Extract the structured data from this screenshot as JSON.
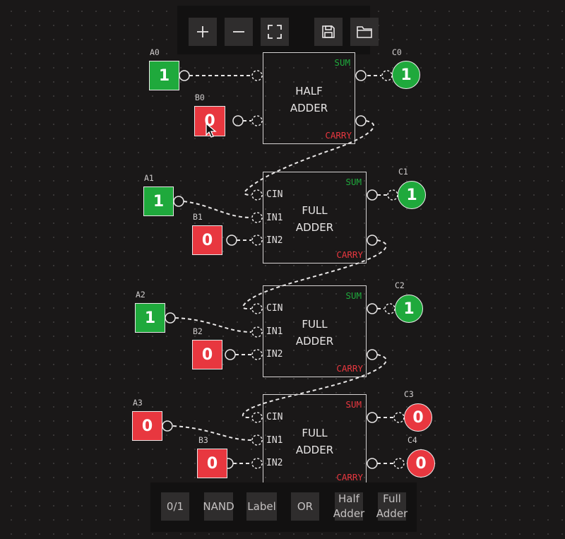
{
  "toolbar": {
    "buttons": [
      {
        "name": "zoom-in",
        "icon": "plus-icon"
      },
      {
        "name": "zoom-out",
        "icon": "minus-icon"
      },
      {
        "name": "fit-view",
        "icon": "fullscreen-icon"
      },
      {
        "name": "save",
        "icon": "save-icon"
      },
      {
        "name": "open",
        "icon": "folder-icon"
      }
    ]
  },
  "gates": {
    "half_adder": {
      "title_line1": "HALF",
      "title_line2": "ADDER",
      "sum": "SUM",
      "carry": "CARRY"
    },
    "full_adder_1": {
      "title_line1": "FULL",
      "title_line2": "ADDER",
      "sum": "SUM",
      "carry": "CARRY",
      "cin": "CIN",
      "in1": "IN1",
      "in2": "IN2"
    },
    "full_adder_2": {
      "title_line1": "FULL",
      "title_line2": "ADDER",
      "sum": "SUM",
      "carry": "CARRY",
      "cin": "CIN",
      "in1": "IN1",
      "in2": "IN2"
    },
    "full_adder_3": {
      "title_line1": "FULL",
      "title_line2": "ADDER",
      "sum": "SUM",
      "carry": "CARRY",
      "cin": "CIN",
      "in1": "IN1",
      "in2": "IN2"
    }
  },
  "switches": {
    "A0": {
      "label": "A0",
      "value": "1"
    },
    "B0": {
      "label": "B0",
      "value": "0"
    },
    "A1": {
      "label": "A1",
      "value": "1"
    },
    "B1": {
      "label": "B1",
      "value": "0"
    },
    "A2": {
      "label": "A2",
      "value": "1"
    },
    "B2": {
      "label": "B2",
      "value": "0"
    },
    "A3": {
      "label": "A3",
      "value": "0"
    },
    "B3": {
      "label": "B3",
      "value": "0"
    }
  },
  "outputs": {
    "C0": {
      "label": "C0",
      "value": "1"
    },
    "C1": {
      "label": "C1",
      "value": "1"
    },
    "C2": {
      "label": "C2",
      "value": "1"
    },
    "C3": {
      "label": "C3",
      "value": "0"
    },
    "C4": {
      "label": "C4",
      "value": "0"
    }
  },
  "palette": {
    "toggle": "0/1",
    "nand": "NAND",
    "label": "Label",
    "or": "OR",
    "half_adder_line1": "Half",
    "half_adder_line2": "Adder",
    "full_adder_line1": "Full",
    "full_adder_line2": "Adder"
  },
  "colors": {
    "on": "#1fa93c",
    "off": "#e8373f",
    "sum_text": "#1fa93c",
    "carry_text": "#e8373f"
  }
}
